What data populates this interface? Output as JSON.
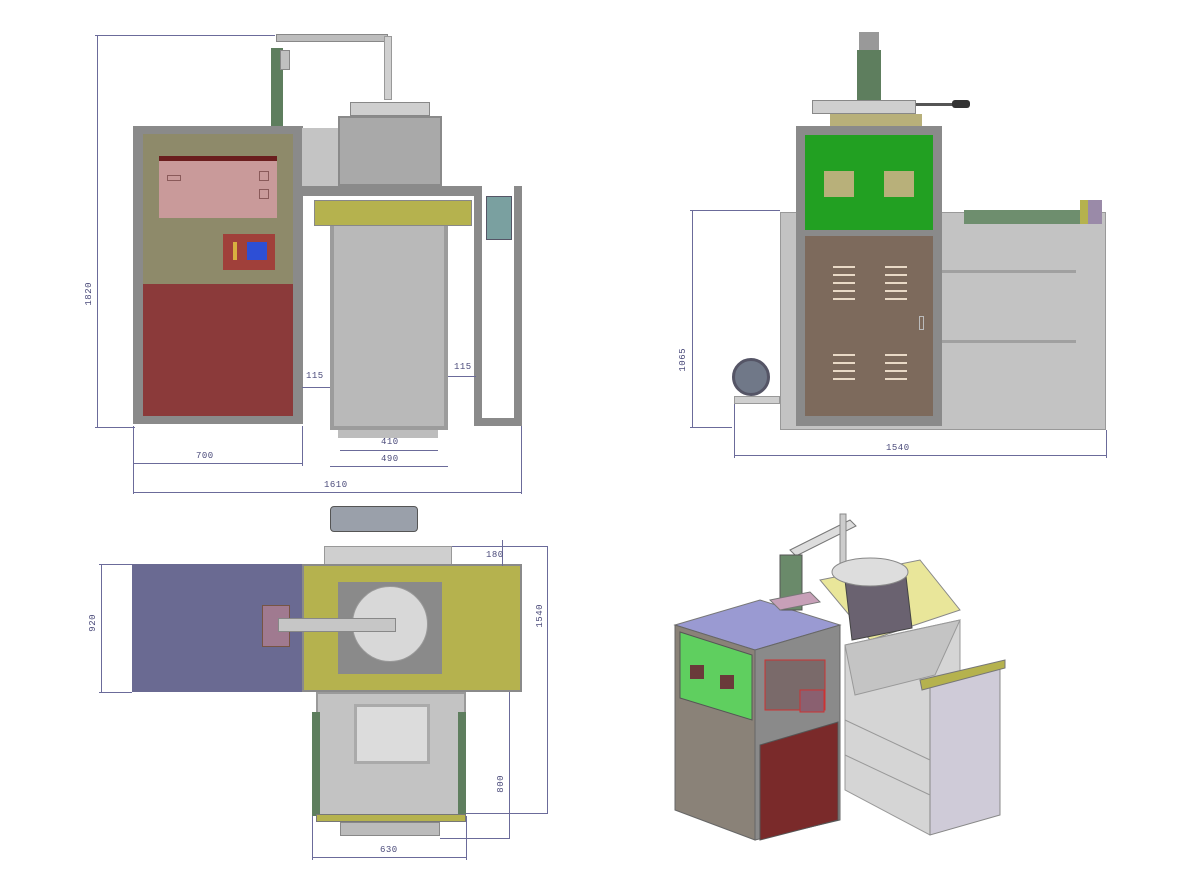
{
  "drawing": {
    "type": "engineering-dimension-drawing",
    "views": [
      "front-view",
      "side-view",
      "top-view",
      "isometric-view"
    ],
    "units": "mm"
  },
  "front_view": {
    "dimensions": {
      "overall_height": "1820",
      "cabinet_width": "700",
      "overall_width": "1610",
      "inner_chamber_width": "410",
      "outer_chamber_width": "490",
      "left_clearance": "115",
      "right_clearance": "115"
    }
  },
  "side_view": {
    "dimensions": {
      "height": "1065",
      "overall_length": "1540"
    }
  },
  "top_view": {
    "dimensions": {
      "cabinet_depth": "920",
      "motor_offset": "180",
      "overall_depth": "1540",
      "chamber_extension": "800",
      "chamber_width": "630"
    }
  },
  "colors": {
    "cabinet_frame": "#8a8a8a",
    "control_panel_olive": "#8e8a6a",
    "lower_door_red": "#8b3a3a",
    "upper_panel_pink": "#c99a9a",
    "lcd_blue": "#2d4fd6",
    "side_green_panel": "#22a022",
    "side_brown_door": "#7d6a5c",
    "window_tan": "#b8b07a",
    "top_purple": "#6a6a92",
    "top_yellow": "#b5b24e",
    "chamber_gray": "#b9b9b9",
    "column_green": "#5e7e5e",
    "dimension_line": "#6b6b9a"
  }
}
